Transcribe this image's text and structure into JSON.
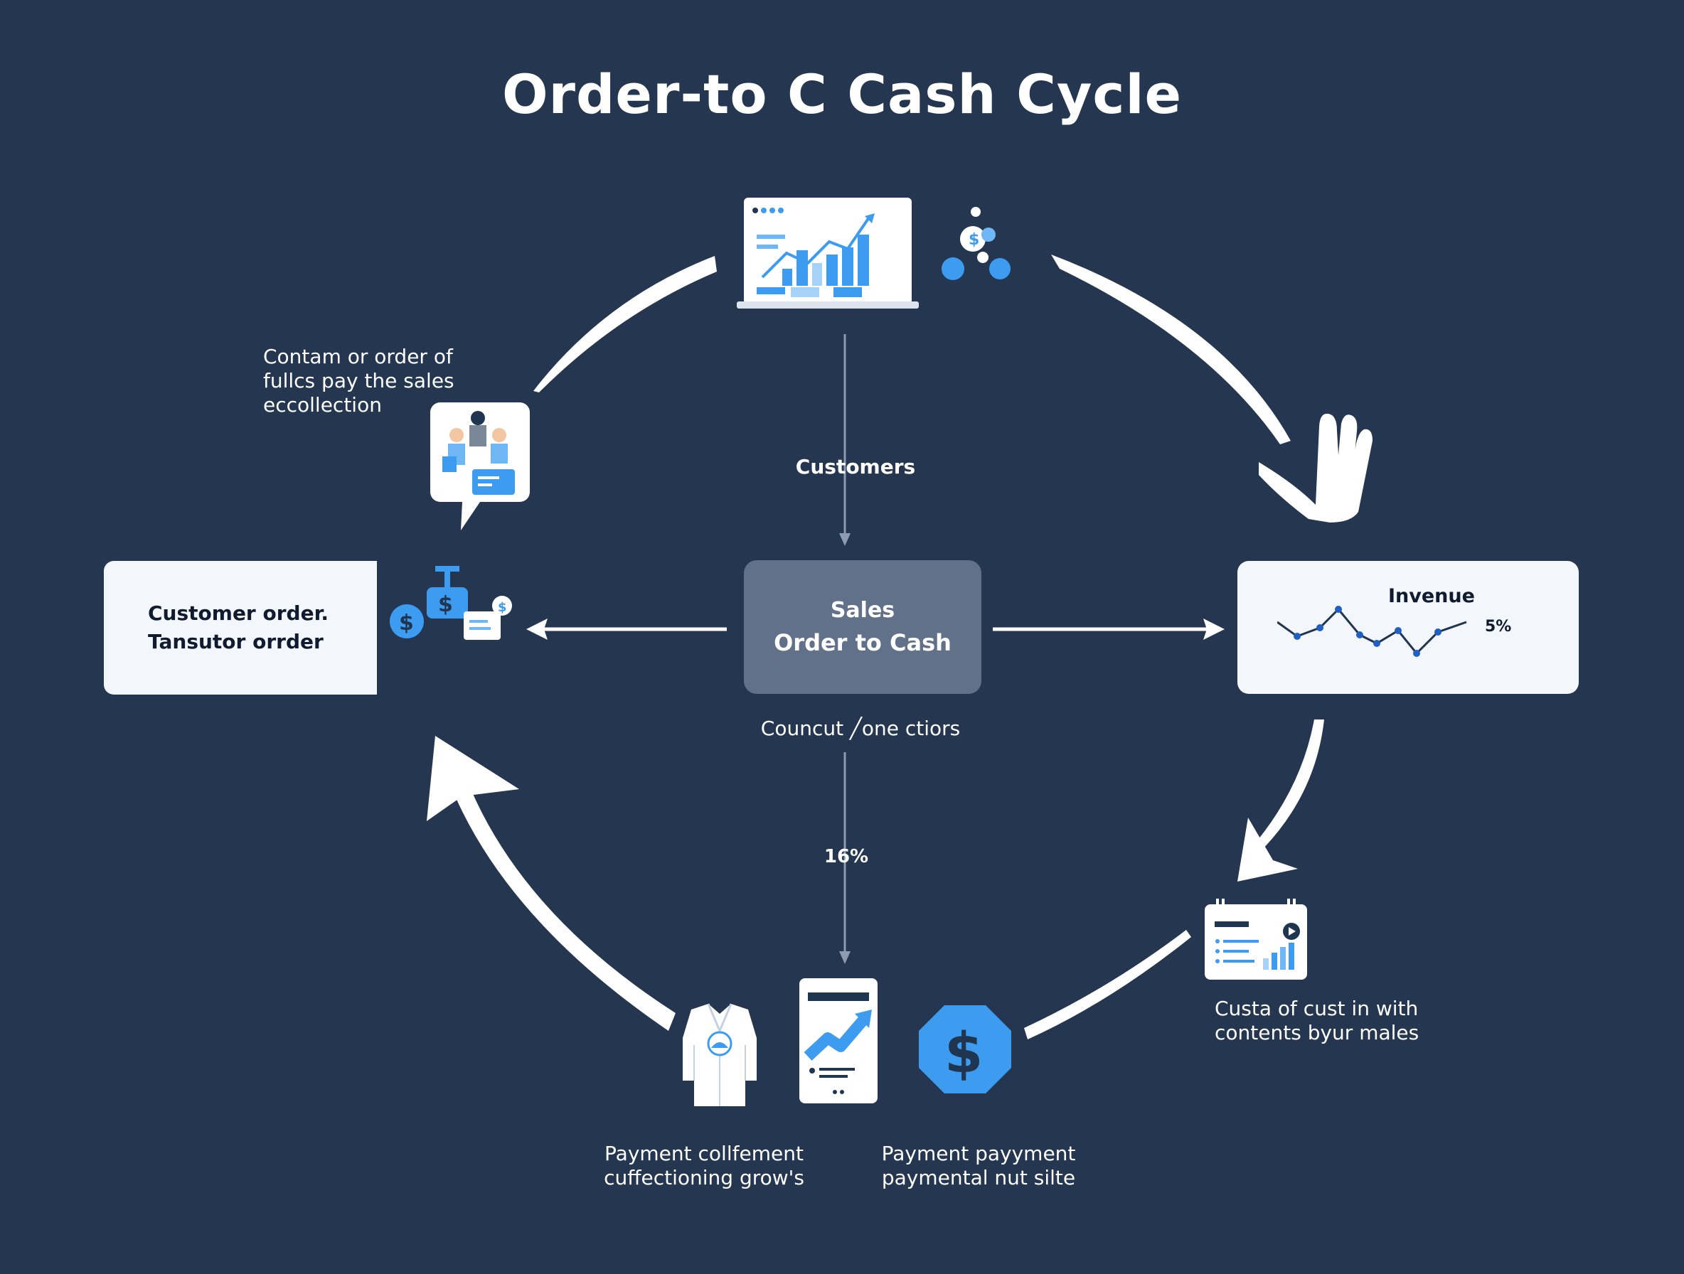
{
  "title": "Order-to C Cash  Cycle",
  "top_left_caption": [
    "Contam or order of",
    "fullcs pay the sales",
    "eccollection"
  ],
  "customers_label": "Customers",
  "left_box": {
    "line1": "Customer order.",
    "line2": "Tansutor orrder"
  },
  "center_box": {
    "line1": "Sales",
    "line2": "Order to Cash"
  },
  "right_box": {
    "heading": "Invenue",
    "percent": "5%"
  },
  "center_below_label": "Councut ╱one ctiors",
  "center_percent": "16%",
  "bottom_right_caption": [
    "Custa of cust in with",
    "contents byur males"
  ],
  "bottom_left_caption": [
    "Payment collfement",
    "cuffectioning grow's"
  ],
  "bottom_mid_caption": [
    "Payment payyment",
    "paymental nut silte"
  ],
  "icons": {
    "top": "analytics-dashboard-icon",
    "top_side": "gears-dollar-icon",
    "team": "team-meeting-icon",
    "money": "money-stack-icon",
    "invoice": "invoice-dashboard-icon",
    "coat": "uniform-icon",
    "phone": "mobile-growth-icon",
    "dollar": "dollar-badge-icon"
  },
  "colors": {
    "background": "#253650",
    "center_box": "#617189",
    "accent_blue": "#3d9cf0",
    "box_light": "#f3f6fb"
  }
}
